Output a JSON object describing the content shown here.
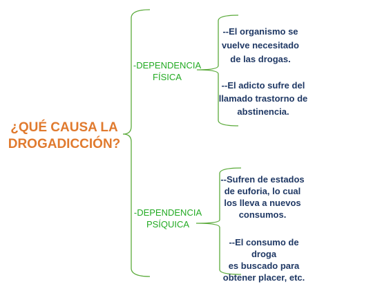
{
  "diagram": {
    "title": "¿QUÉ CAUSA LA\nDROGADICCIÓN?",
    "colors": {
      "title": "#e07a2e",
      "branch_text": "#22aa22",
      "bracket": "#5aaa3a",
      "leaf_text": "#1f3864"
    },
    "branches": [
      {
        "label": "-DEPENDENCIA\nFÍSICA",
        "items": [
          "--El organismo se\nvuelve necesitado\nde las drogas.",
          "--El adicto sufre del\nllamado trastorno de\nabstinencia."
        ]
      },
      {
        "label": "-DEPENDENCIA\nPSÍQUICA",
        "items": [
          "--Sufren de estados\nde euforia, lo cual\nlos lleva a nuevos\nconsumos.",
          "--El consumo de droga\nes buscado para\nobtener placer, etc."
        ]
      }
    ]
  }
}
